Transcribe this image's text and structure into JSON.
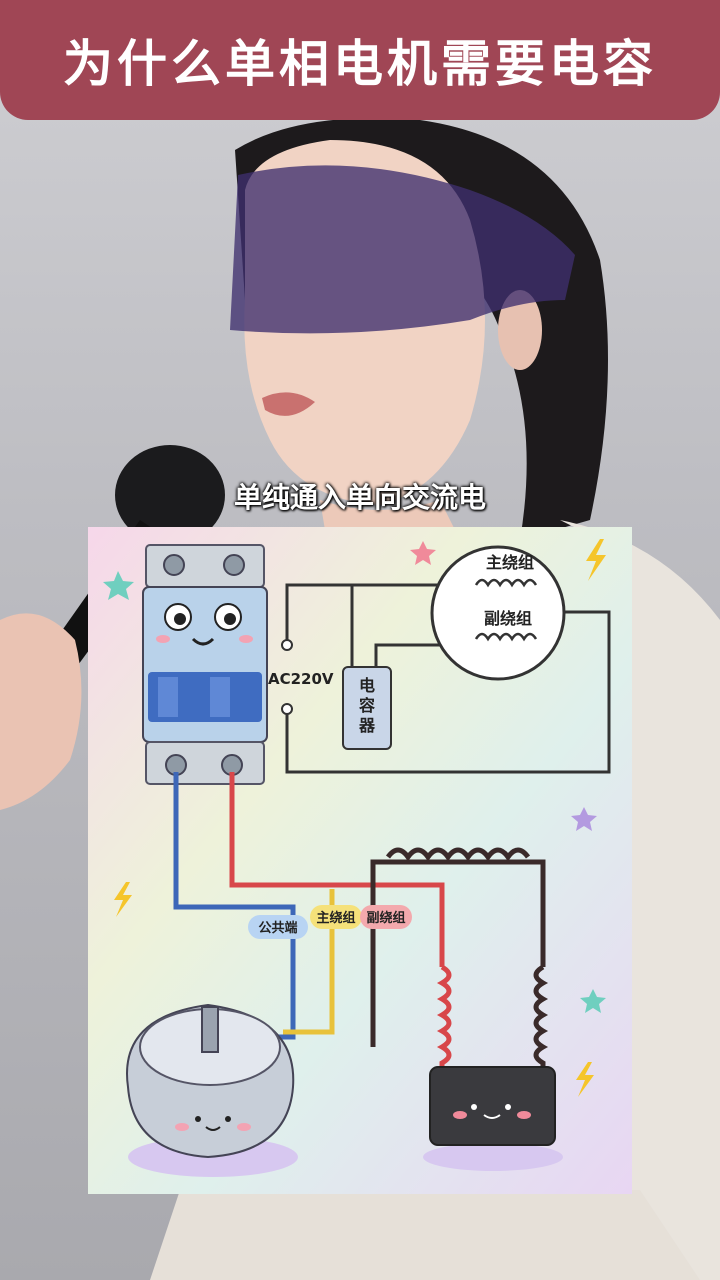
{
  "title": "为什么单相电机需要电容",
  "subtitle": "单纯通入单向交流电",
  "diagram": {
    "main_winding": "主绕组",
    "aux_winding": "副绕组",
    "voltage": "AC220V",
    "capacitor": [
      "电",
      "容",
      "器"
    ],
    "wire_labels": [
      "公共端",
      "主绕组",
      "副绕组"
    ]
  },
  "colors": {
    "banner": "#a04655",
    "wire_common": "#3d67b8",
    "wire_main": "#e8c23a",
    "wire_aux": "#d8474a",
    "wire_dark": "#3a2a2a"
  }
}
